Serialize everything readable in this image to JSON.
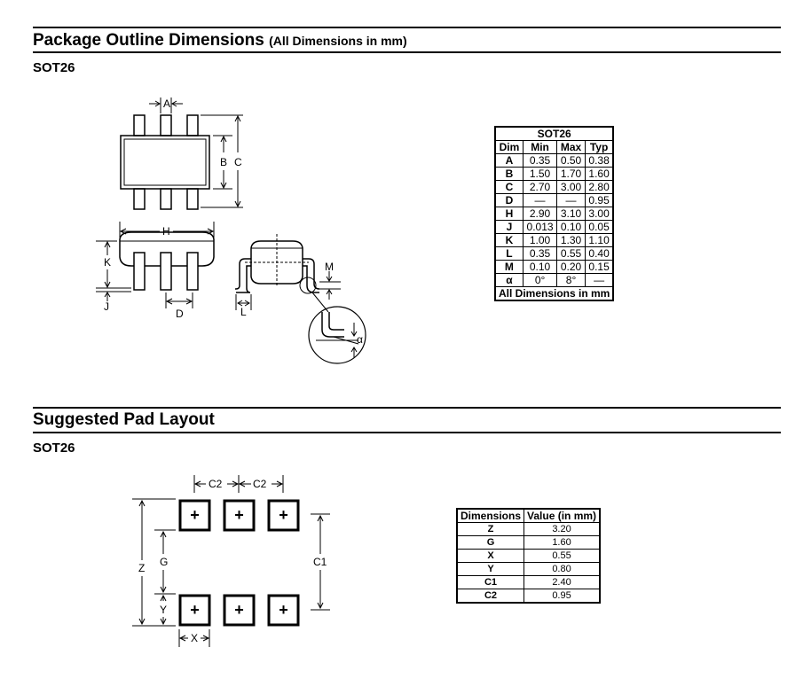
{
  "section1": {
    "title": "Package Outline Dimensions",
    "title_note": "(All Dimensions in mm)",
    "package": "SOT26"
  },
  "section2": {
    "title": "Suggested Pad Layout",
    "package": "SOT26"
  },
  "outline_drawing": {
    "labels": {
      "A": "A",
      "B": "B",
      "C": "C",
      "H": "H",
      "K": "K",
      "J": "J",
      "D": "D",
      "L": "L",
      "M": "M",
      "alpha": "α"
    }
  },
  "pad_drawing": {
    "labels": {
      "C2a": "C2",
      "C2b": "C2",
      "Z": "Z",
      "G": "G",
      "C1": "C1",
      "Y": "Y",
      "X": "X"
    },
    "pad_mark": "+"
  },
  "dim_table": {
    "title": "SOT26",
    "headers": [
      "Dim",
      "Min",
      "Max",
      "Typ"
    ],
    "rows": [
      [
        "A",
        "0.35",
        "0.50",
        "0.38"
      ],
      [
        "B",
        "1.50",
        "1.70",
        "1.60"
      ],
      [
        "C",
        "2.70",
        "3.00",
        "2.80"
      ],
      [
        "D",
        "—",
        "—",
        "0.95"
      ],
      [
        "H",
        "2.90",
        "3.10",
        "3.00"
      ],
      [
        "J",
        "0.013",
        "0.10",
        "0.05"
      ],
      [
        "K",
        "1.00",
        "1.30",
        "1.10"
      ],
      [
        "L",
        "0.35",
        "0.55",
        "0.40"
      ],
      [
        "M",
        "0.10",
        "0.20",
        "0.15"
      ],
      [
        "α",
        "0°",
        "8°",
        "—"
      ]
    ],
    "footer": "All Dimensions in mm"
  },
  "pad_table": {
    "headers": [
      "Dimensions",
      "Value (in mm)"
    ],
    "rows": [
      [
        "Z",
        "3.20"
      ],
      [
        "G",
        "1.60"
      ],
      [
        "X",
        "0.55"
      ],
      [
        "Y",
        "0.80"
      ],
      [
        "C1",
        "2.40"
      ],
      [
        "C2",
        "0.95"
      ]
    ]
  }
}
